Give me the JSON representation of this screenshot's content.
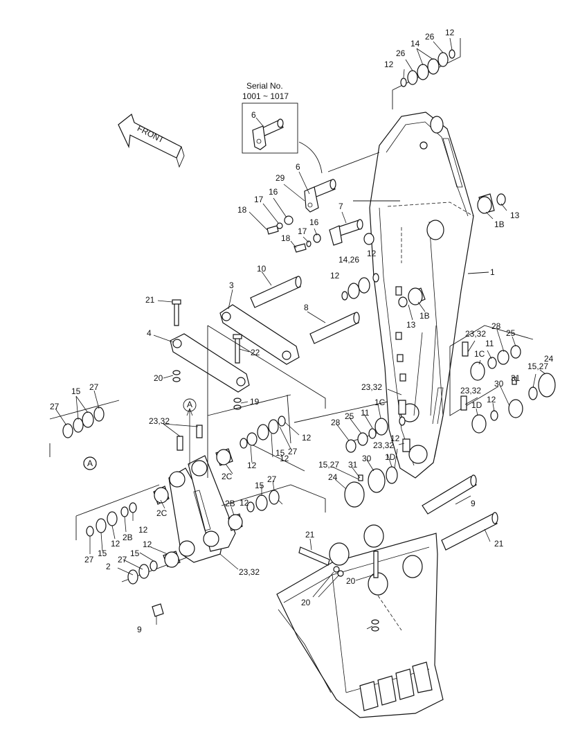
{
  "serial": {
    "line1": "Serial No.",
    "line2": "1001 ~ 1017"
  },
  "front_arrow": {
    "label": "FRONT"
  },
  "callouts": [
    {
      "text": "12"
    },
    {
      "text": "26"
    },
    {
      "text": "14"
    },
    {
      "text": "26"
    },
    {
      "text": "12"
    },
    {
      "text": "6"
    },
    {
      "text": "6"
    },
    {
      "text": "29"
    },
    {
      "text": "16"
    },
    {
      "text": "17"
    },
    {
      "text": "18"
    },
    {
      "text": "7"
    },
    {
      "text": "16"
    },
    {
      "text": "17"
    },
    {
      "text": "18"
    },
    {
      "text": "13"
    },
    {
      "text": "1B"
    },
    {
      "text": "1"
    },
    {
      "text": "12"
    },
    {
      "text": "14,26"
    },
    {
      "text": "12"
    },
    {
      "text": "13"
    },
    {
      "text": "1B"
    },
    {
      "text": "10"
    },
    {
      "text": "3"
    },
    {
      "text": "21"
    },
    {
      "text": "8"
    },
    {
      "text": "4"
    },
    {
      "text": "22"
    },
    {
      "text": "20"
    },
    {
      "text": "19"
    },
    {
      "text": "23,32"
    },
    {
      "text": "28"
    },
    {
      "text": "11"
    },
    {
      "text": "25"
    },
    {
      "text": "1C"
    },
    {
      "text": "31"
    },
    {
      "text": "24"
    },
    {
      "text": "15,27"
    },
    {
      "text": "30"
    },
    {
      "text": "12"
    },
    {
      "text": "23,32"
    },
    {
      "text": "1D"
    },
    {
      "text": "23,32"
    },
    {
      "text": "28"
    },
    {
      "text": "25"
    },
    {
      "text": "11"
    },
    {
      "text": "1C"
    },
    {
      "text": "12"
    },
    {
      "text": "23,32"
    },
    {
      "text": "1D"
    },
    {
      "text": "15,27"
    },
    {
      "text": "31"
    },
    {
      "text": "30"
    },
    {
      "text": "24"
    },
    {
      "text": "27"
    },
    {
      "text": "15"
    },
    {
      "text": "27"
    },
    {
      "text": "A"
    },
    {
      "text": "23,32"
    },
    {
      "text": "A"
    },
    {
      "text": "12"
    },
    {
      "text": "12"
    },
    {
      "text": "15"
    },
    {
      "text": "27"
    },
    {
      "text": "12"
    },
    {
      "text": "2C"
    },
    {
      "text": "2C"
    },
    {
      "text": "2B"
    },
    {
      "text": "15"
    },
    {
      "text": "27"
    },
    {
      "text": "12"
    },
    {
      "text": "12"
    },
    {
      "text": "27"
    },
    {
      "text": "15"
    },
    {
      "text": "12"
    },
    {
      "text": "2B"
    },
    {
      "text": "12"
    },
    {
      "text": "15"
    },
    {
      "text": "27"
    },
    {
      "text": "2"
    },
    {
      "text": "23,32"
    },
    {
      "text": "9"
    },
    {
      "text": "9"
    },
    {
      "text": "21"
    },
    {
      "text": "21"
    },
    {
      "text": "20"
    },
    {
      "text": "20"
    }
  ]
}
